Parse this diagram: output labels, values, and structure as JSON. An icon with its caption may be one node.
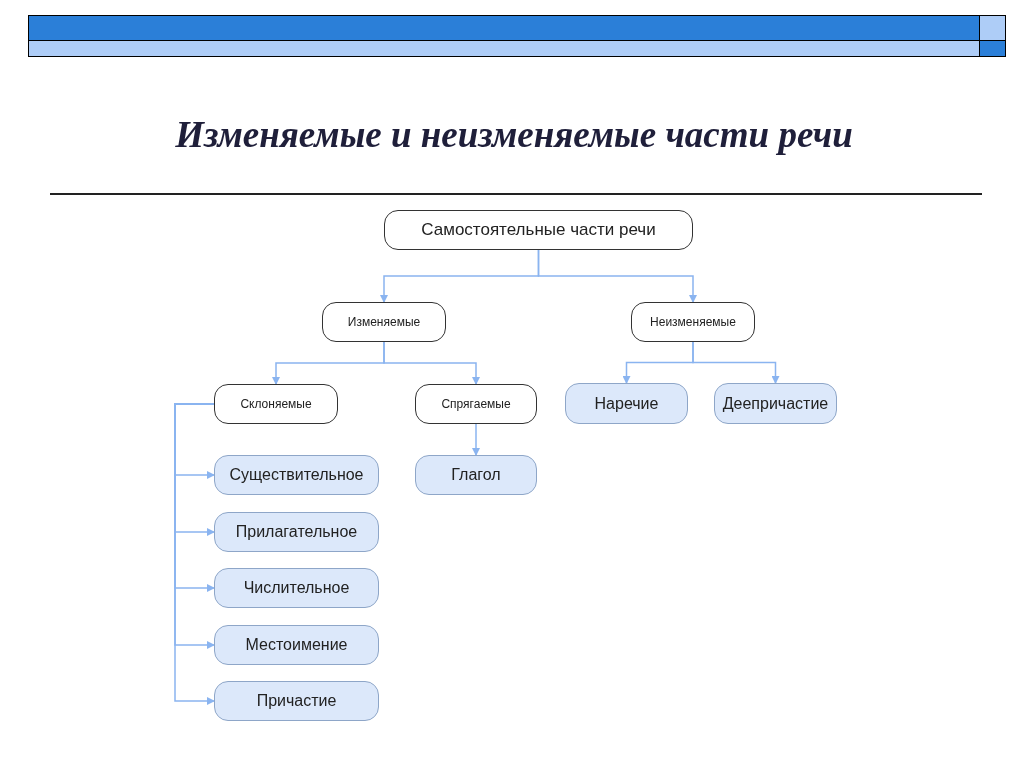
{
  "diagram": {
    "title": "Изменяемые и неизменяемые части речи",
    "nodes": [
      {
        "text": [
          "Самостоятельные части речи"
        ]
      },
      {
        "text": [
          "Изменяемые"
        ]
      },
      {
        "text": [
          "Неизменяемые"
        ]
      },
      {
        "text": [
          "Склоняемые"
        ]
      },
      {
        "text": [
          "Спрягаемые"
        ]
      },
      {
        "text": [
          "Наречие"
        ]
      },
      {
        "text": [
          "Деепричастие"
        ]
      },
      {
        "text": [
          "Существительное"
        ]
      },
      {
        "text": [
          "Прилагательное"
        ]
      },
      {
        "text": [
          "Числительное"
        ]
      },
      {
        "text": [
          "Местоимение"
        ]
      },
      {
        "text": [
          "Причастие"
        ]
      },
      {
        "text": [
          "Глагол"
        ]
      }
    ],
    "edges": [
      {
        "from": 0,
        "to": 1,
        "arrow": "to"
      },
      {
        "from": 0,
        "to": 2,
        "arrow": "to"
      },
      {
        "from": 1,
        "to": 3,
        "arrow": "to"
      },
      {
        "from": 1,
        "to": 4,
        "arrow": "to"
      },
      {
        "from": 2,
        "to": 5,
        "arrow": "to"
      },
      {
        "from": 2,
        "to": 6,
        "arrow": "to"
      },
      {
        "from": 3,
        "to": 7,
        "arrow": "to"
      },
      {
        "from": 3,
        "to": 8,
        "arrow": "to"
      },
      {
        "from": 3,
        "to": 9,
        "arrow": "to"
      },
      {
        "from": 3,
        "to": 10,
        "arrow": "to"
      },
      {
        "from": 3,
        "to": 11,
        "arrow": "to"
      },
      {
        "from": 4,
        "to": 12,
        "arrow": "to"
      }
    ]
  }
}
